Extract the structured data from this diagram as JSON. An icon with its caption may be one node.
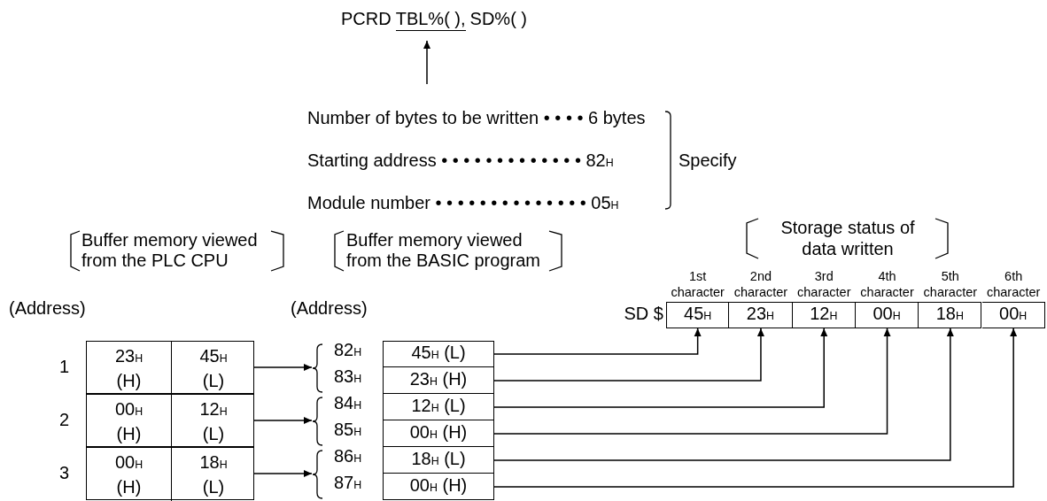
{
  "diagram": {
    "nodes": [
      {
        "text": [
          "PCRD",
          "TBL%( ),",
          "SD%( )"
        ]
      },
      {
        "text": [],
        "shape": "box",
        "beside": [
          "1"
        ]
      },
      {
        "text": [
          "23$_{H}$",
          "(H)"
        ],
        "in": 1
      },
      {
        "text": [
          "45$_{H}$",
          "(L)"
        ],
        "in": 1
      },
      {
        "text": [],
        "shape": "box",
        "beside": [
          "2"
        ]
      },
      {
        "text": [
          "00$_{H}$",
          "(H)"
        ],
        "in": 4
      },
      {
        "text": [
          "12$_{H}$",
          "(L)"
        ],
        "in": 4
      },
      {
        "text": [],
        "shape": "box",
        "beside": [
          "3"
        ]
      },
      {
        "text": [
          "00$_{H}$",
          "(H)"
        ],
        "in": 7
      },
      {
        "text": [
          "18$_{H}$",
          "(L)"
        ],
        "in": 7
      },
      {
        "text": [
          "82$_{H}$",
          "83$_{H}$"
        ]
      },
      {
        "text": [
          "84$_{H}$",
          "85$_{H}$"
        ]
      },
      {
        "text": [
          "86$_{H}$",
          "87$_{H}$"
        ]
      },
      {
        "text": [
          "45$_{H}$ (L)"
        ]
      },
      {
        "text": [
          "23$_{H}$ (H)"
        ]
      },
      {
        "text": [
          "12$_{H}$ (L)"
        ]
      },
      {
        "text": [
          "00$_{H}$ (H)"
        ]
      },
      {
        "text": [
          "18$_{H}$ (L)"
        ]
      },
      {
        "text": [
          "00$_{H}$ (H)"
        ]
      },
      {
        "text": [
          "45$_{H}$"
        ],
        "beside": [
          "1st character"
        ]
      },
      {
        "text": [
          "23$_{H}$"
        ],
        "beside": [
          "2nd character"
        ]
      },
      {
        "text": [
          "12$_{H}$"
        ],
        "beside": [
          "3rd character"
        ]
      },
      {
        "text": [
          "00$_{H}$"
        ],
        "beside": [
          "4th character"
        ]
      },
      {
        "text": [
          "18$_{H}$"
        ],
        "beside": [
          "5th character"
        ]
      },
      {
        "text": [
          "00$_{H}$"
        ],
        "beside": [
          "6th character"
        ]
      }
    ],
    "edges": [
      {
        "from": null,
        "to": 0,
        "arrow": "to"
      },
      {
        "from": 1,
        "to": 10,
        "arrow": "to"
      },
      {
        "from": 4,
        "to": 11,
        "arrow": "to"
      },
      {
        "from": 7,
        "to": 12,
        "arrow": "to"
      },
      {
        "from": 13,
        "to": 19,
        "arrow": "to"
      },
      {
        "from": 14,
        "to": 20,
        "arrow": "to"
      },
      {
        "from": 15,
        "to": 21,
        "arrow": "to"
      },
      {
        "from": 16,
        "to": 22,
        "arrow": "to"
      },
      {
        "from": 17,
        "to": 23,
        "arrow": "to"
      },
      {
        "from": 18,
        "to": 24,
        "arrow": "to"
      }
    ],
    "labels": [
      "Number of bytes to be written • • • • 6 bytes",
      "Starting address • • • • • • • • • • • • • 82$_{H}$",
      "Specify",
      "Module number • • • • • • • • • • • • • • 05$_{H}$",
      "Buffer memory viewed from the PLC CPU",
      "Buffer memory viewed from the BASIC program",
      "Storage status of data written",
      "(Address)",
      "(Address)",
      "SD $"
    ]
  }
}
